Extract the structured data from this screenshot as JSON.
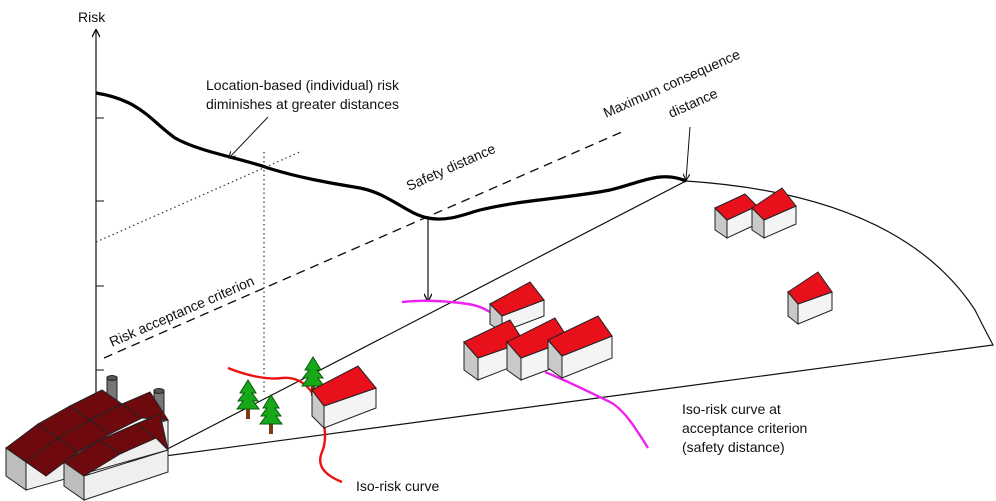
{
  "labels": {
    "y_axis": "Risk",
    "risk_note_line1": "Location-based (individual) risk",
    "risk_note_line2": "diminishes at greater distances",
    "max_consequence_line1": "Maximum  consequence",
    "max_consequence_line2": "distance",
    "safety_distance": "Safety distance",
    "risk_acceptance": "Risk acceptance criterion",
    "iso_acceptance_line1": "Iso-risk curve at",
    "iso_acceptance_line2": "acceptance criterion",
    "iso_acceptance_line3": "(safety distance)",
    "iso_risk_curve": "Iso-risk curve"
  },
  "colors": {
    "risk_curve": "#000000",
    "iso_risk_curve": "#ee1111",
    "iso_risk_acceptance_curve": "#ee22ee",
    "house_roof": "#e8101a",
    "factory_roof": "#6e0a0e",
    "tree": "#17a81a"
  }
}
